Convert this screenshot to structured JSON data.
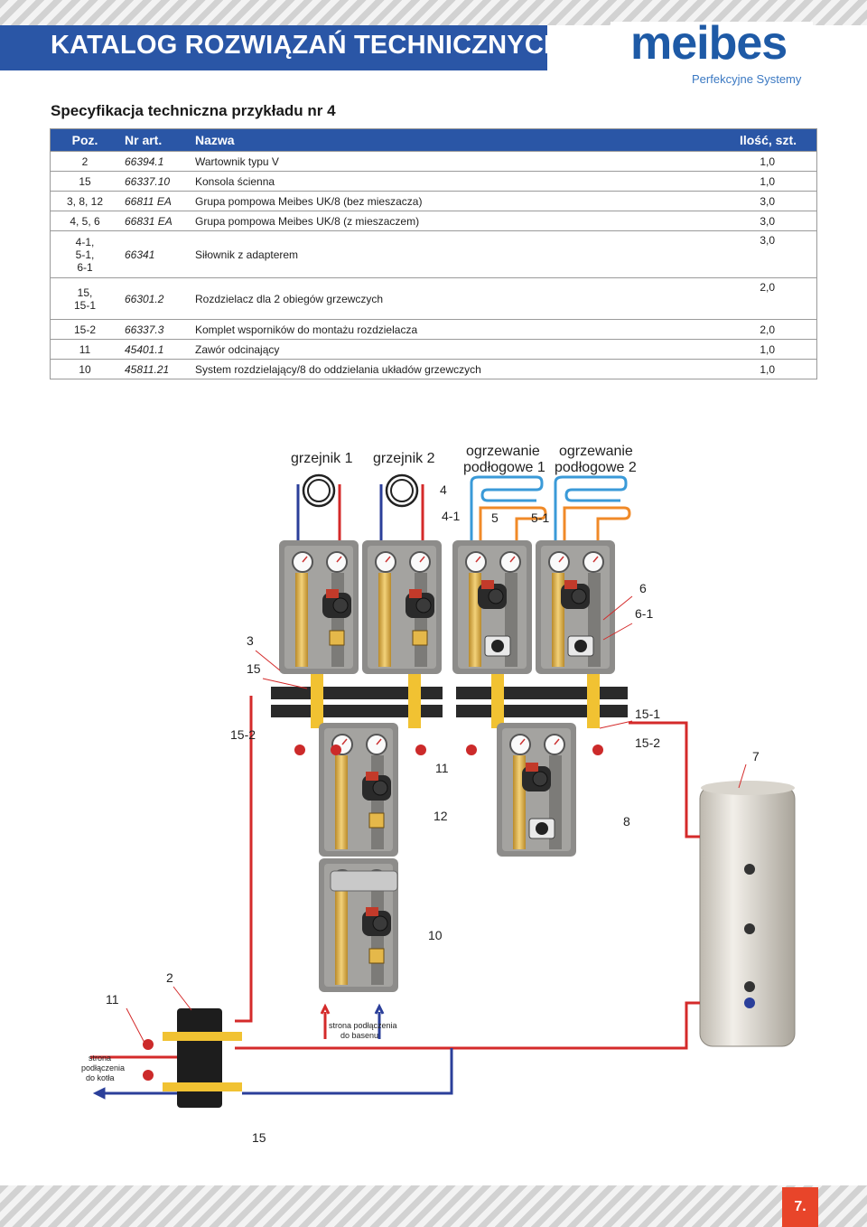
{
  "header": {
    "title": "KATALOG ROZWIĄZAŃ TECHNICZNYCH",
    "logo": {
      "word": "meibes",
      "tagline": "Perfekcyjne Systemy"
    }
  },
  "spec": {
    "title": "Specyfikacja techniczna przykładu nr 4",
    "columns": [
      "Poz.",
      "Nr art.",
      "Nazwa",
      "Ilość, szt."
    ],
    "rows": [
      {
        "poz": "2",
        "art": "66394.1",
        "name": "Wartownik typu V",
        "qty": "1,0"
      },
      {
        "poz": "15",
        "art": "66337.10",
        "name": "Konsola ścienna",
        "qty": "1,0"
      },
      {
        "poz": "3, 8, 12",
        "art": "66811 EA",
        "name": "Grupa pompowa Meibes UK/8 (bez mieszacza)",
        "qty": "3,0"
      },
      {
        "poz": "4, 5, 6",
        "art": "66831 EA",
        "name": "Grupa pompowa Meibes UK/8 (z mieszaczem)",
        "qty": "3,0"
      },
      {
        "poz": "4-1,\n5-1,\n6-1",
        "art": "66341",
        "name": "Siłownik z adapterem",
        "qty": "3,0"
      },
      {
        "poz": "15,\n15-1",
        "art": "66301.2",
        "name": "Rozdzielacz dla 2 obiegów grzewczych",
        "qty": "2,0"
      },
      {
        "poz": "15-2",
        "art": "66337.3",
        "name": "Komplet wsporników do montażu rozdzielacza",
        "qty": "2,0"
      },
      {
        "poz": "11",
        "art": "45401.1",
        "name": "Zawór odcinający",
        "qty": "1,0"
      },
      {
        "poz": "10",
        "art": "45811.21",
        "name": "System rozdzielający/8 do oddzielania układów grzewczych",
        "qty": "1,0"
      }
    ]
  },
  "diagram": {
    "circuits": {
      "radiator1": "grzejnik 1",
      "radiator2": "grzejnik 2",
      "floor1_a": "ogrzewanie",
      "floor1_b": "podłogowe 1",
      "floor2_a": "ogrzewanie",
      "floor2_b": "podłogowe 2"
    },
    "callouts": {
      "c4": "4",
      "c4_1": "4-1",
      "c5": "5",
      "c5_1": "5-1",
      "c6": "6",
      "c6_1": "6-1",
      "c3": "3",
      "c15a": "15",
      "c15_1": "15-1",
      "c15_2a": "15-2",
      "c15_2b": "15-2",
      "c7": "7",
      "c11a": "11",
      "c12": "12",
      "c8": "8",
      "c10": "10",
      "c2": "2",
      "c11b": "11",
      "c15b": "15"
    },
    "notes": {
      "pool_a": "strona podłączenia",
      "pool_b": "do basenu",
      "boiler_a": "strona",
      "boiler_b": "podłączenia",
      "boiler_c": "do kotła"
    },
    "colors": {
      "supply": "#d42a2a",
      "return": "#2b3f9a",
      "floor_return": "#3a9ad8",
      "floor_supply": "#f08a28"
    }
  },
  "page": {
    "number": "7."
  }
}
